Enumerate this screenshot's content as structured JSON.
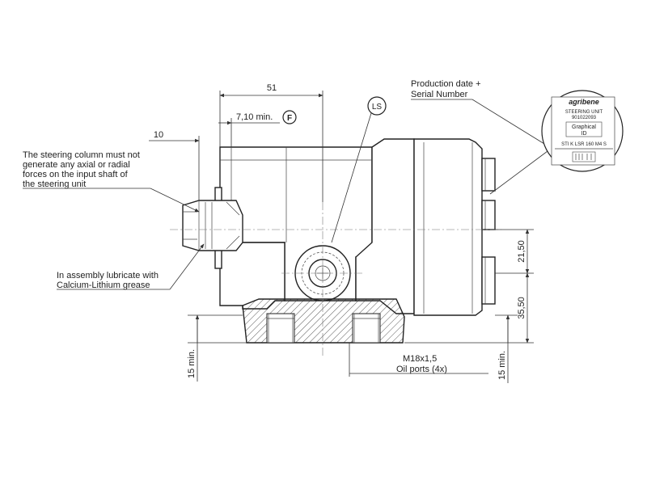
{
  "dimensions": {
    "d51": "51",
    "d10": "10",
    "d7_10": "7,10 min.",
    "d21_50": "21,50",
    "d35_50": "35,50",
    "d15_left": "15 min.",
    "d15_right": "15 min."
  },
  "callouts": {
    "f_symbol": "F",
    "ls_symbol": "LS",
    "production_line1": "Production date +",
    "production_line2": "Serial Number",
    "steering_note_line1": "The steering column must not",
    "steering_note_line2": "generate any axial or radial",
    "steering_note_line3": "forces on the input shaft of",
    "steering_note_line4": "the steering unit",
    "lubricate_line1": "In assembly lubricate with",
    "lubricate_line2": "Calcium-Lithium grease",
    "oil_ports_line1": "M18x1,5",
    "oil_ports_line2": "Oil ports (4x)"
  },
  "label": {
    "brand": "agribene",
    "line1": "STEERING UNIT",
    "line2": "901022093",
    "graphical_line1": "Graphical",
    "graphical_line2": "ID",
    "line3": "STI K LSR 160 M4 S"
  }
}
